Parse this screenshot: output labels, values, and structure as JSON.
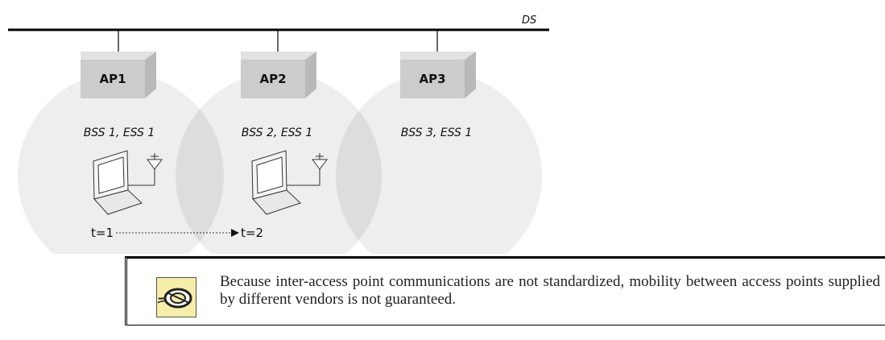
{
  "diagram": {
    "ds_label": "DS",
    "access_points": [
      {
        "label": "AP1",
        "bss_label": "BSS 1, ESS 1"
      },
      {
        "label": "AP2",
        "bss_label": "BSS 2, ESS 1"
      },
      {
        "label": "AP3",
        "bss_label": "BSS 3, ESS 1"
      }
    ],
    "time_labels": {
      "start": "t=1",
      "end": "t=2"
    },
    "colors": {
      "coverage": "#eeeeee",
      "overlap": "#dddddd",
      "ap_box": "#cccccc",
      "line": "#000000"
    }
  },
  "note": {
    "icon": "owl-icon",
    "text": "Because inter-access point communications are not standardized, mobility between access points supplied by different vendors is not guaranteed."
  }
}
